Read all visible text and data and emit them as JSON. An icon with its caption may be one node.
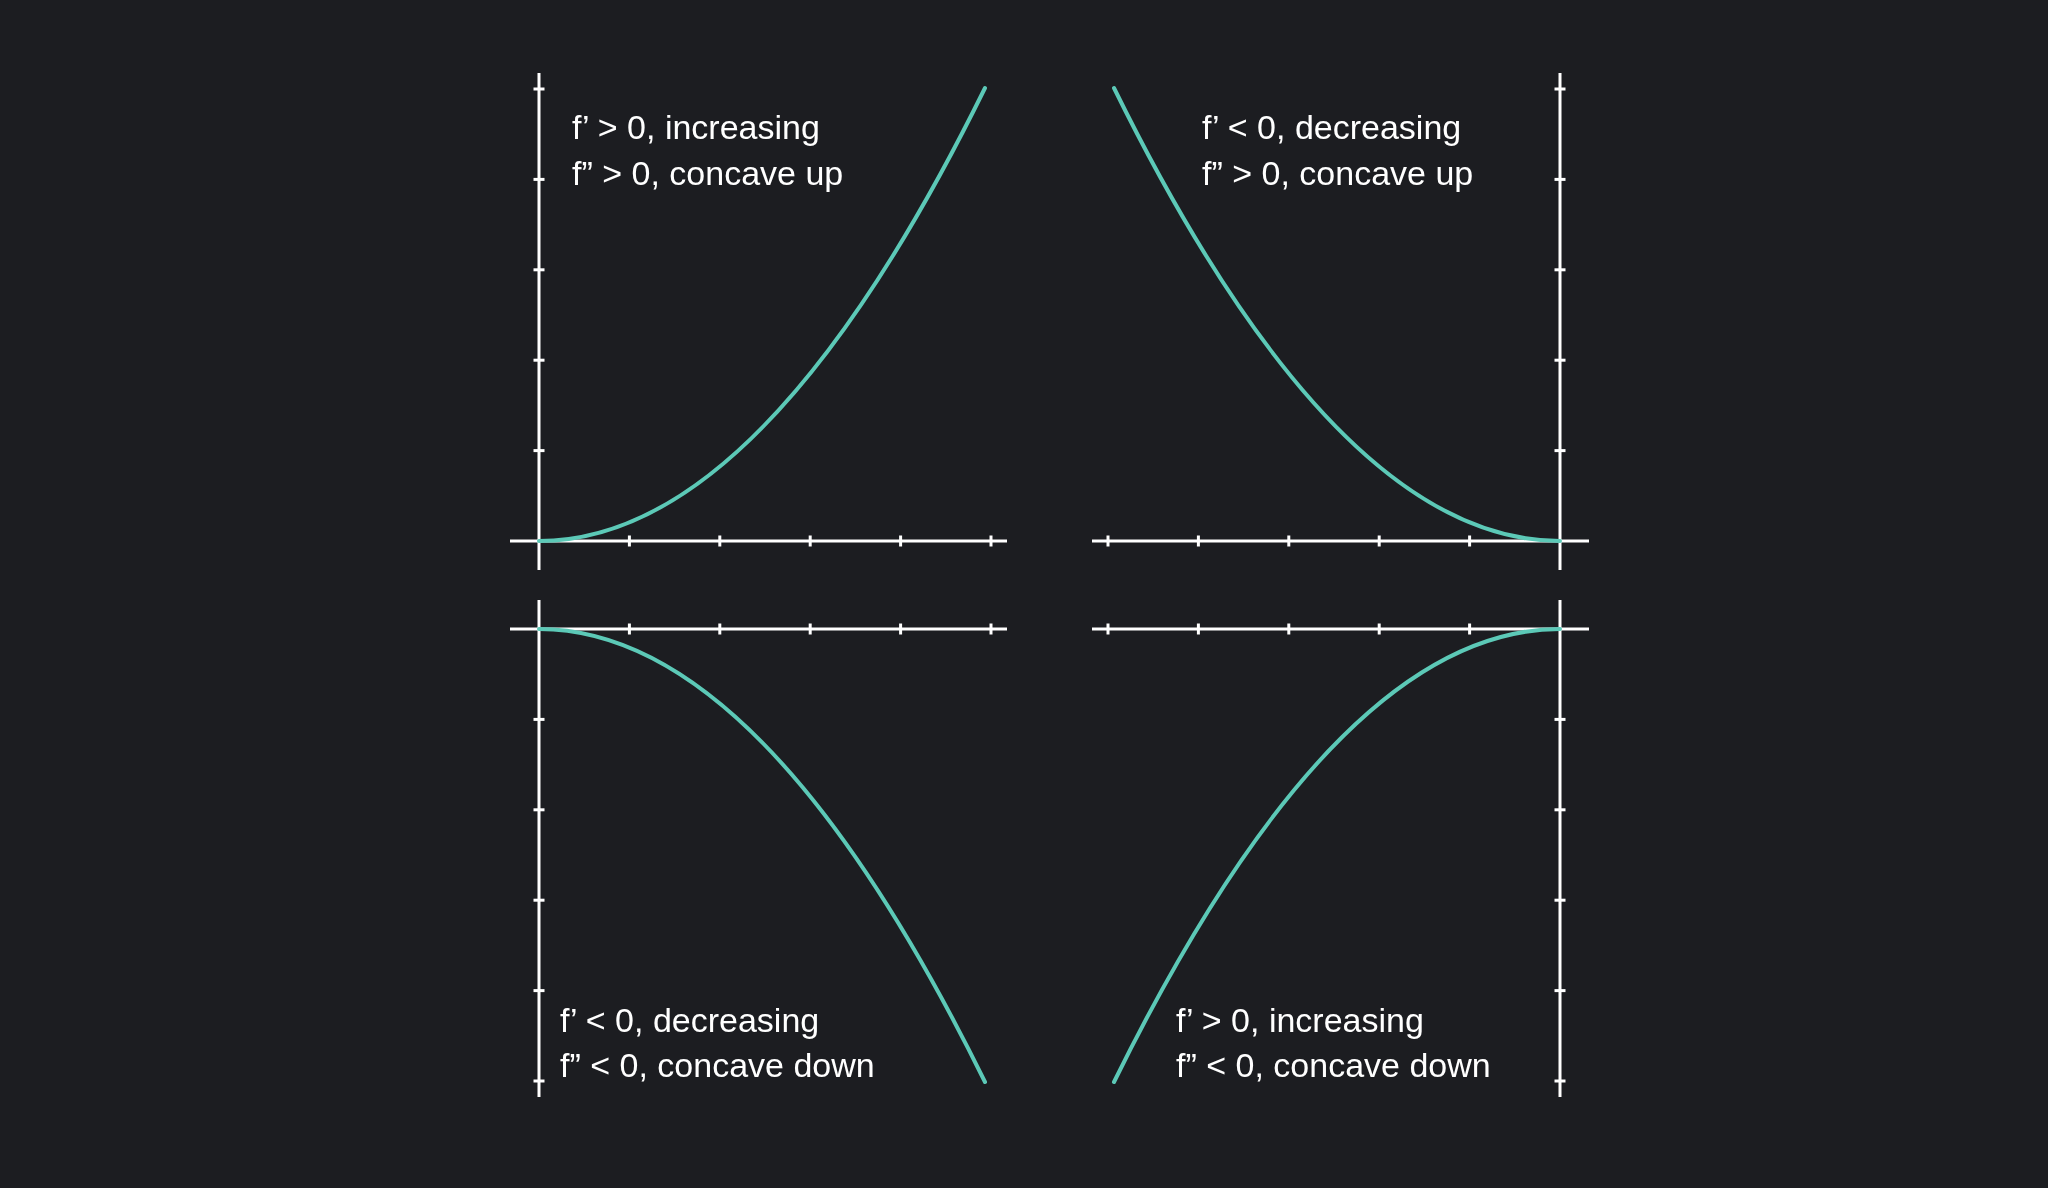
{
  "diagram": {
    "labels": [
      "f’ > 0, increasing",
      "f” > 0, concave up",
      "f’ < 0, decreasing",
      "f” > 0, concave up",
      "f’ < 0, decreasing",
      "f” < 0, concave down",
      "f’ > 0, increasing",
      "f” < 0, concave down"
    ]
  }
}
